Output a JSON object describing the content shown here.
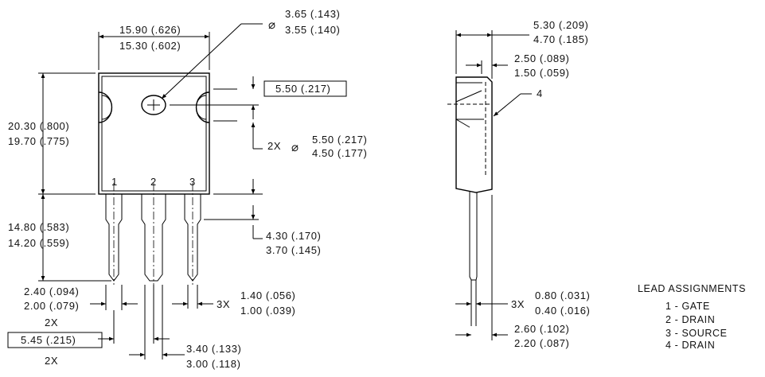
{
  "front_view": {
    "width_max": "15.90 (.626)",
    "width_min": "15.30 (.602)",
    "hole_dia_symbol": "⌀",
    "hole_dia_max": "3.65 (.143)",
    "hole_dia_min": "3.55 (.140)",
    "hole_offset": "5.50 (.217)",
    "notch_count": "2X",
    "notch_dia_max": "5.50 (.217)",
    "notch_dia_min": "4.50 (.177)",
    "body_height_max": "20.30 (.800)",
    "body_height_min": "19.70 (.775)",
    "lead_length_max": "14.80 (.583)",
    "lead_length_min": "14.20 (.559)",
    "lead_shoulder_max": "4.30 (.170)",
    "lead_shoulder_min": "3.70 (.145)",
    "lead_width_top_max": "2.40 (.094)",
    "lead_width_top_min": "2.00 (.079)",
    "lead_width_top_count": "2X",
    "lead_width_max": "1.40 (.056)",
    "lead_width_min": "1.00 (.039)",
    "lead_width_count": "3X",
    "pitch": "5.45 (.215)",
    "pitch_count": "2X",
    "center_lead_width_max": "3.40 (.133)",
    "center_lead_width_min": "3.00 (.118)",
    "pin_numbers": [
      "1",
      "2",
      "3"
    ]
  },
  "side_view": {
    "thickness_max": "5.30 (.209)",
    "thickness_min": "4.70 (.185)",
    "tab_thickness_max": "2.50 (.089)",
    "tab_thickness_min": "1.50 (.059)",
    "tab_label": "4",
    "lead_thickness_count": "3X",
    "lead_thickness_max": "0.80 (.031)",
    "lead_thickness_min": "0.40 (.016)",
    "lead_offset_max": "2.60 (.102)",
    "lead_offset_min": "2.20 (.087)"
  },
  "lead_assignments": {
    "title": "LEAD ASSIGNMENTS",
    "items": [
      "1 - GATE",
      "2 - DRAIN",
      "3 - SOURCE",
      "4 - DRAIN"
    ]
  }
}
